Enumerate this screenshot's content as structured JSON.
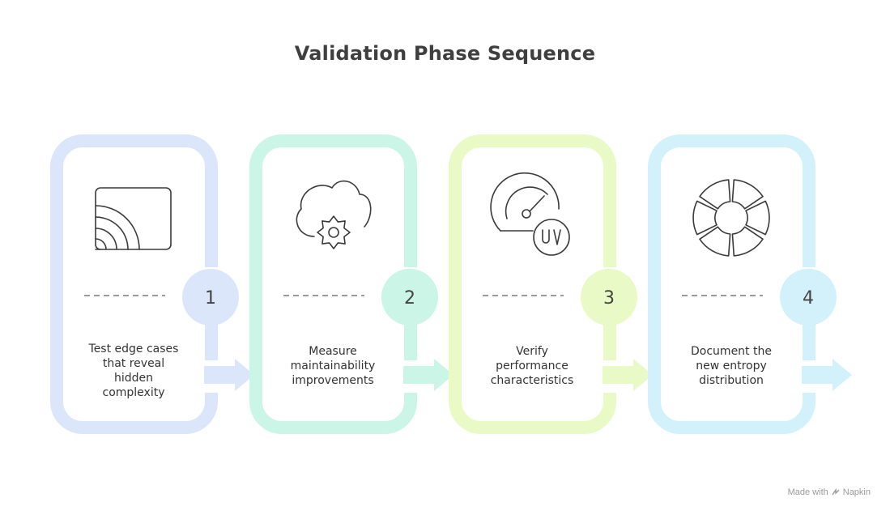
{
  "title": "Validation Phase Sequence",
  "steps": [
    {
      "number": "1",
      "text_lines": [
        "Test edge cases",
        "that reveal",
        "hidden",
        "complexity"
      ],
      "color": "#dce6fb",
      "icon": "cast-icon"
    },
    {
      "number": "2",
      "text_lines": [
        "Measure",
        "maintainability",
        "improvements"
      ],
      "color": "#cbf5e6",
      "icon": "cloud-gear-icon"
    },
    {
      "number": "3",
      "text_lines": [
        "Verify",
        "performance",
        "characteristics"
      ],
      "color": "#e9fac6",
      "icon": "gauge-uv-icon"
    },
    {
      "number": "4",
      "text_lines": [
        "Document the",
        "new entropy",
        "distribution"
      ],
      "color": "#d3f1fb",
      "icon": "segmented-wheel-icon"
    }
  ],
  "watermark": {
    "prefix": "Made with",
    "brand": "Napkin"
  }
}
